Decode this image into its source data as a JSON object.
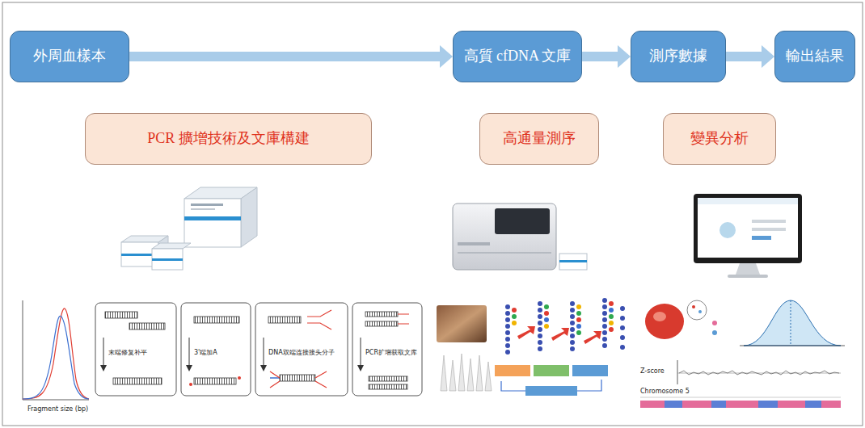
{
  "diagram": {
    "nodes": [
      {
        "text": [
          "外周血樣本"
        ]
      },
      {
        "text": [
          "高質 cfDNA 文庫"
        ]
      },
      {
        "text": [
          "測序數據"
        ]
      },
      {
        "text": [
          "輸出結果"
        ]
      },
      {
        "text": [
          "PCR 擴增技術及文庫構建"
        ]
      },
      {
        "text": [
          "高通量測序"
        ]
      },
      {
        "text": [
          "變異分析"
        ]
      }
    ],
    "edges": [
      {
        "from": 0,
        "to": 1,
        "arrow": "to"
      },
      {
        "from": 1,
        "to": 2,
        "arrow": "to"
      },
      {
        "from": 2,
        "to": 3,
        "arrow": "to"
      }
    ],
    "labels": [
      "Fragment size (bp)",
      "末端修复补平",
      "3'端加A",
      "DNA双端连接接头分子",
      "PCR扩增获取文库",
      "Z-score",
      "Chromosome 5"
    ]
  }
}
